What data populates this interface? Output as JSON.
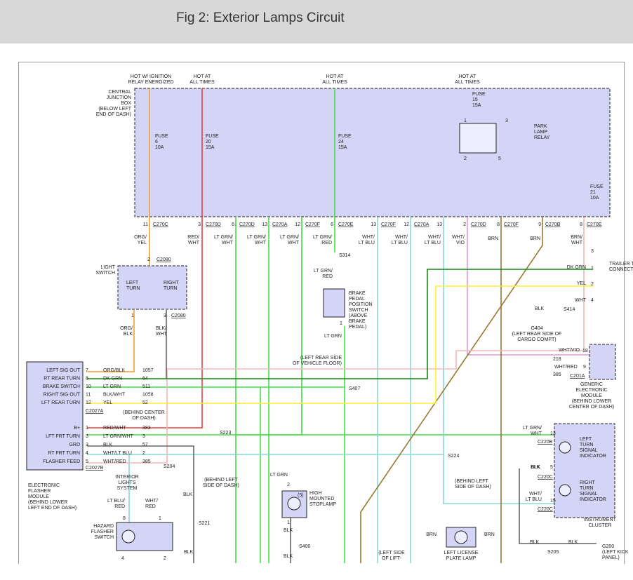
{
  "header": {
    "title": "Fig 2: Exterior Lamps Circuit"
  },
  "cjb": {
    "lines": [
      "CENTRAL",
      "JUNCTION",
      "BOX",
      "(BELOW LEFT",
      "END OF DASH)"
    ]
  },
  "sources": {
    "s1": [
      "HOT W/ IGNITION",
      "RELAY ENERGIZED"
    ],
    "s2": [
      "HOT AT",
      "ALL TIMES"
    ],
    "s3": [
      "HOT AT",
      "ALL TIMES"
    ],
    "s4": [
      "HOT AT",
      "ALL TIMES"
    ]
  },
  "fuses": {
    "f6": [
      "FUSE",
      "6",
      "10A"
    ],
    "f20": [
      "FUSE",
      "20",
      "15A"
    ],
    "f24": [
      "FUSE",
      "24",
      "15A"
    ],
    "f15": [
      "FUSE",
      "15",
      "15A"
    ],
    "f21": [
      "FUSE",
      "21",
      "10A"
    ]
  },
  "relay": {
    "lines": [
      "PARK",
      "LAMP",
      "RELAY"
    ],
    "pins": [
      "1",
      "3",
      "2",
      "5"
    ]
  },
  "pins": [
    "11",
    "3",
    "6",
    "13",
    "12",
    "6",
    "13",
    "12",
    "13",
    "2",
    "8",
    "9",
    "8"
  ],
  "connectors": [
    "C270C",
    "C270D",
    "C270D",
    "C270A",
    "C270F",
    "C270E",
    "C270F",
    "C270A",
    "C270D",
    "C270F",
    "C270B",
    "C270E"
  ],
  "wires_top": {
    "w1": [
      "ORG/",
      "YEL"
    ],
    "w2": [
      "RED/",
      "WHT"
    ],
    "w3": [
      "LT GRN/",
      "WHT"
    ],
    "w4": [
      "LT GRN/",
      "WHT"
    ],
    "w5": [
      "LT GRN/",
      "WHT"
    ],
    "w6": [
      "LT GRN/",
      "RED"
    ],
    "w7": [
      "WHT/",
      "LT BLU"
    ],
    "w8": [
      "WHT/",
      "LT BLU"
    ],
    "w9": [
      "WHT/",
      "LT BLU"
    ],
    "w10": [
      "WHT/",
      "VIO"
    ],
    "w11": "BRN",
    "w12": "BRN",
    "w13": [
      "BRN/",
      "WHT"
    ]
  },
  "light_switch": {
    "title": [
      "LIGHT",
      "SWITCH"
    ],
    "conn": "C2080",
    "pin_top": "2",
    "left": [
      "LEFT",
      "TURN"
    ],
    "right": [
      "RIGHT",
      "TURN"
    ],
    "pins": [
      "1",
      "3"
    ],
    "conn2": "C2080"
  },
  "ls_wires": {
    "a": [
      "ORG/",
      "BLK"
    ],
    "b": [
      "BLK/",
      "WHT"
    ]
  },
  "s314": "S314",
  "lt_grn_red": [
    "LT GRN/",
    "RED"
  ],
  "brake_sw": {
    "lines": [
      "BRAKE",
      "PEDAL",
      "POSITION",
      "SWITCH",
      "(ABOVE",
      "BRAKE",
      "PEDAL)"
    ],
    "pin": "1"
  },
  "lt_grn": "LT GRN",
  "trailer": {
    "label": [
      "TRAILER TOW",
      "CONNECTOR"
    ],
    "pins": [
      "3",
      "1",
      "2",
      "4"
    ],
    "wires": [
      "DK GRN",
      "YEL",
      "WHT"
    ]
  },
  "s414": "S414",
  "blk": "BLK",
  "g404": [
    "G404",
    "(LEFT REAR SIDE OF",
    "CARGO COMPT)"
  ],
  "rear_floor": [
    "(LEFT REAR SIDE",
    "OF VEHICLE FLOOR)"
  ],
  "s407": "S407",
  "gem": {
    "wire1": "WHT/VIO",
    "num1": "218",
    "pin1": "18",
    "wire2": "WHT/RED",
    "num2": "385",
    "pin2": "9",
    "conn": "C201A",
    "lines": [
      "GENERIC",
      "ELECTRONIC",
      "MODULE",
      "(BEHIND LOWER",
      "CENTER OF DASH)"
    ]
  },
  "efm": {
    "rows": [
      {
        "label": "LEFT SIG OUT",
        "pin": "7",
        "wire": "ORG/BLK",
        "num": "1057"
      },
      {
        "label": "RT REAR TURN",
        "pin": "8",
        "wire": "DK GRN",
        "num": "64"
      },
      {
        "label": "BRAKE SWITCH",
        "pin": "10",
        "wire": "LT GRN",
        "num": "511"
      },
      {
        "label": "RIGHT SIG OUT",
        "pin": "11",
        "wire": "BLK/WHT",
        "num": "1058"
      },
      {
        "label": "LFT REAR TURN",
        "pin": "12",
        "wire": "YEL",
        "num": "52"
      }
    ],
    "conn_a": "C2027A",
    "rows2": [
      {
        "label": "B+",
        "pin": "1",
        "wire": "RED/WHT",
        "num": "383"
      },
      {
        "label": "LFT FRT TURN",
        "pin": "3",
        "wire": "LT GRN/WHT",
        "num": "3"
      },
      {
        "label": "GRD",
        "pin": "3",
        "wire": "BLK",
        "num": "57"
      },
      {
        "label": "RT FRT TURN",
        "pin": "4",
        "wire": "WHT/LT BLU",
        "num": "2"
      },
      {
        "label": "FLASHER FEED",
        "pin": "5",
        "wire": "WHT/RED",
        "num": "385"
      }
    ],
    "conn_b": "C2027B",
    "lines": [
      "ELECTRONIC",
      "FLASHER",
      "MODULE",
      "(BEHIND LOWER",
      "LEFT END OF DASH)"
    ]
  },
  "behind_center": [
    "(BEHIND CENTER",
    "OF DASH)"
  ],
  "s204": "S204",
  "s223": "S223",
  "behind_left1": [
    "(BEHIND LEFT",
    "SIDE OF DASH)"
  ],
  "s224": "S224",
  "behind_left2": [
    "(BEHIND LEFT",
    "SIDE OF DASH)"
  ],
  "interior": [
    "INTERIOR",
    "LIGHTS",
    "SYSTEM"
  ],
  "hz_wires": {
    "a": [
      "LT BLU/",
      "RED"
    ],
    "b": [
      "WHT/",
      "RED"
    ],
    "pins": [
      "8",
      "1",
      "4",
      "2"
    ]
  },
  "hazard": [
    "HAZARD",
    "FLASHER",
    "SWITCH"
  ],
  "s221": "S221",
  "blk_labels": [
    "BLK",
    "BLK",
    "BLK",
    "BLK",
    "BLK",
    "BLK",
    "BLK"
  ],
  "stoplamp": {
    "wire": "LT GRN",
    "pin_top": "2",
    "pin_bot": "1",
    "num": "(5)",
    "lines": [
      "HIGH",
      "MOUNTED",
      "STOPLAMP"
    ]
  },
  "s400": "S400",
  "left_side_lift": [
    "(LEFT SIDE",
    "OF LIFT-"
  ],
  "license": {
    "wire": "BRN",
    "lines": [
      "LEFT LICENSE",
      "PLATE LAMP"
    ]
  },
  "cluster": {
    "w1": [
      "LT GRN/",
      "WHT"
    ],
    "p1": "13",
    "c1": "C220B",
    "blk": "BLK",
    "p2": "5",
    "c2": "C220C",
    "w3": [
      "WHT/",
      "LT BLU"
    ],
    "p3": "15",
    "c3": "C220C",
    "left": [
      "LEFT",
      "TURN",
      "SIGNAL",
      "INDICATOR"
    ],
    "right": [
      "RIGHT",
      "TURN",
      "SIGNAL",
      "INDICATOR"
    ],
    "lines": [
      "INSTRUMENT",
      "CLUSTER"
    ]
  },
  "s205": "S205",
  "g200": [
    "G200",
    "(LEFT KICK",
    "PANEL)"
  ]
}
